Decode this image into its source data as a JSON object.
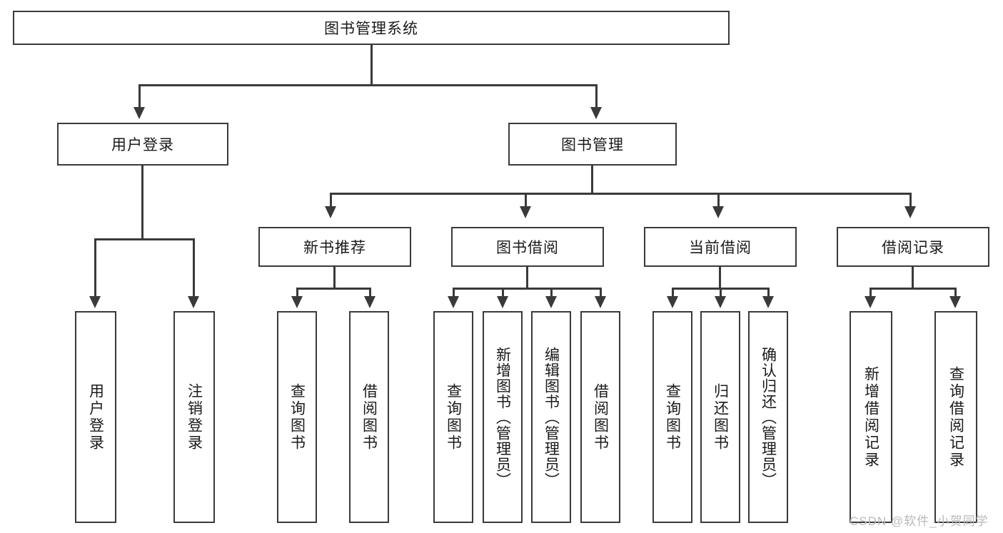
{
  "diagram": {
    "type": "tree-hierarchy-chart",
    "title": "图书管理系统",
    "root": {
      "id": "root",
      "label": "图书管理系统"
    },
    "level2": [
      {
        "id": "user-login",
        "label": "用户登录"
      },
      {
        "id": "book-management",
        "label": "图书管理"
      }
    ],
    "level3": [
      {
        "id": "new-book-recommend",
        "label": "新书推荐",
        "parent": "book-management"
      },
      {
        "id": "book-borrow",
        "label": "图书借阅",
        "parent": "book-management"
      },
      {
        "id": "current-borrow",
        "label": "当前借阅",
        "parent": "book-management"
      },
      {
        "id": "borrow-record",
        "label": "借阅记录",
        "parent": "book-management"
      }
    ],
    "leaves": {
      "user_login": [
        {
          "id": "leaf-user-login",
          "label": "用户登录"
        },
        {
          "id": "leaf-logout",
          "label": "注销登录"
        }
      ],
      "new_book_recommend": [
        {
          "id": "leaf-query-book-1",
          "label": "查询图书"
        },
        {
          "id": "leaf-borrow-book-1",
          "label": "借阅图书"
        }
      ],
      "book_borrow": [
        {
          "id": "leaf-query-book-2",
          "label": "查询图书"
        },
        {
          "id": "leaf-add-book",
          "label": "新增图书（管理员）"
        },
        {
          "id": "leaf-edit-book",
          "label": "编辑图书（管理员）"
        },
        {
          "id": "leaf-borrow-book-2",
          "label": "借阅图书"
        }
      ],
      "current_borrow": [
        {
          "id": "leaf-query-book-3",
          "label": "查询图书"
        },
        {
          "id": "leaf-return-book",
          "label": "归还图书"
        },
        {
          "id": "leaf-confirm-return",
          "label": "确认归还（管理员）"
        }
      ],
      "borrow_record": [
        {
          "id": "leaf-add-record",
          "label": "新增借阅记录"
        },
        {
          "id": "leaf-query-record",
          "label": "查询借阅记录"
        }
      ]
    },
    "colors": {
      "stroke": "#3a3a3a",
      "fill": "#ffffff",
      "text": "#1a1a1a",
      "watermark": "#b9b9b9"
    }
  },
  "watermark": {
    "text": "CSDN @软件_小贺同学"
  }
}
